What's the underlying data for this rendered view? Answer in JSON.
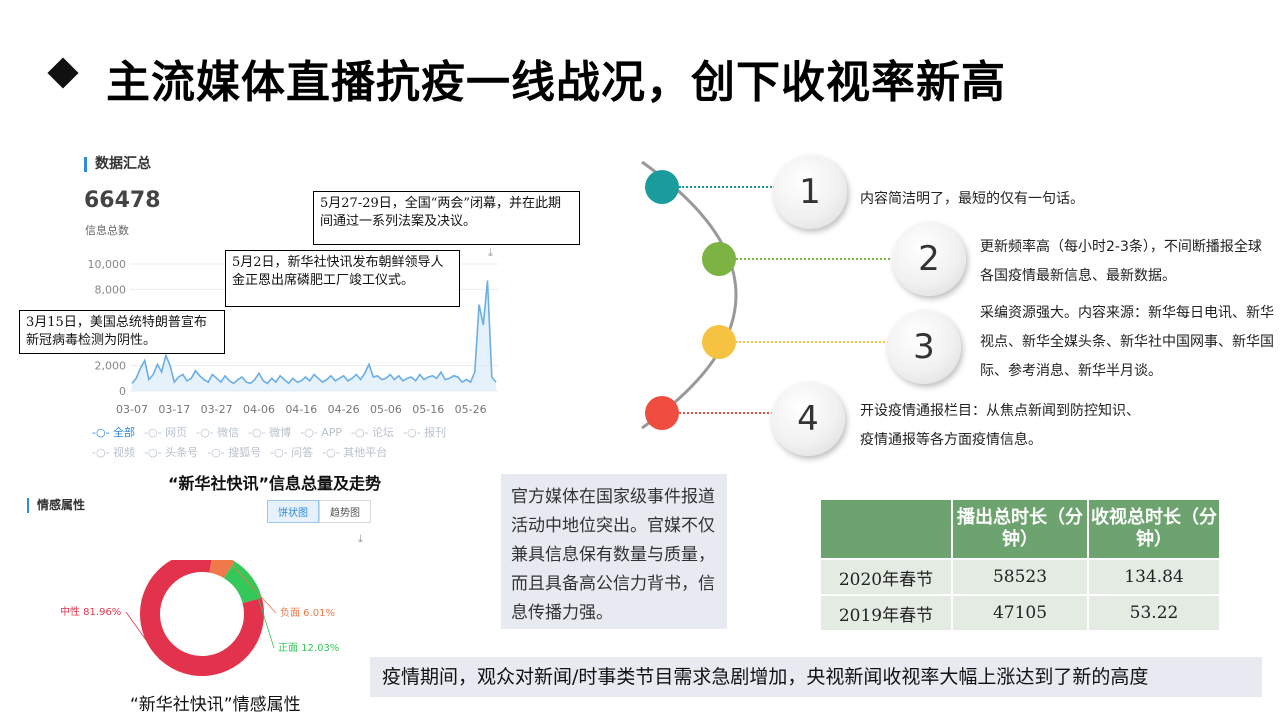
{
  "title": "主流媒体直播抗疫一线战况，创下收视率新高",
  "summary": {
    "heading": "数据汇总",
    "total": "66478",
    "total_label": "信息总数"
  },
  "line_chart": {
    "type": "line",
    "yticks": [
      "10,000",
      "8,000",
      "2,000",
      "0"
    ],
    "xticks": [
      "03-07",
      "03-17",
      "03-27",
      "04-06",
      "04-16",
      "04-26",
      "05-06",
      "05-16",
      "05-26"
    ],
    "ylim": [
      0,
      10000
    ],
    "series_color": "#6aaee5",
    "caption": "“新华社快讯”信息总量及走势",
    "legend_row1": [
      "全部",
      "网页",
      "微信",
      "微博",
      "APP",
      "论坛",
      "报刊"
    ],
    "legend_row2": [
      "视频",
      "头条号",
      "搜狐号",
      "问答",
      "其他平台"
    ],
    "annotations": {
      "a1": "3月15日，美国总统特朗普宣布新冠病毒检测为阴性。",
      "a2": "5月2日，新华社快讯发布朝鲜领导人金正恩出席磷肥工厂竣工仪式。",
      "a3": "5月27-29日，全国“两会”闭幕，并在此期间通过一系列法案及决议。"
    }
  },
  "chart_data": [
    {
      "type": "line",
      "title": "",
      "series": [
        {
          "name": "全部",
          "x": [
            "03-07",
            "03-08",
            "03-09",
            "03-10",
            "03-11",
            "03-12",
            "03-13",
            "03-14",
            "03-15",
            "03-16",
            "03-17",
            "03-18",
            "03-19",
            "03-20",
            "03-21",
            "03-22",
            "03-23",
            "03-24",
            "03-25",
            "03-26",
            "03-27",
            "03-28",
            "03-29",
            "03-30",
            "03-31",
            "04-01",
            "04-02",
            "04-03",
            "04-04",
            "04-05",
            "04-06",
            "04-07",
            "04-08",
            "04-09",
            "04-10",
            "04-11",
            "04-12",
            "04-13",
            "04-14",
            "04-15",
            "04-16",
            "04-17",
            "04-18",
            "04-19",
            "04-20",
            "04-21",
            "04-22",
            "04-23",
            "04-24",
            "04-25",
            "04-26",
            "04-27",
            "04-28",
            "04-29",
            "04-30",
            "05-01",
            "05-02",
            "05-03",
            "05-04",
            "05-05",
            "05-06",
            "05-07",
            "05-08",
            "05-09",
            "05-10",
            "05-11",
            "05-12",
            "05-13",
            "05-14",
            "05-15",
            "05-16",
            "05-17",
            "05-18",
            "05-19",
            "05-20",
            "05-21",
            "05-22",
            "05-23",
            "05-24",
            "05-25",
            "05-26",
            "05-27",
            "05-28",
            "05-29",
            "05-30",
            "05-31",
            "06-01"
          ],
          "values": [
            600,
            1000,
            1800,
            2400,
            900,
            1300,
            2100,
            1500,
            2800,
            2000,
            700,
            1100,
            1300,
            800,
            1000,
            1600,
            1200,
            900,
            700,
            1300,
            1000,
            700,
            1200,
            800,
            600,
            900,
            1100,
            700,
            600,
            900,
            1400,
            800,
            600,
            1000,
            700,
            1200,
            900,
            600,
            1000,
            700,
            800,
            1100,
            800,
            1300,
            1000,
            700,
            900,
            1200,
            800,
            1000,
            1200,
            800,
            1000,
            1300,
            900,
            1400,
            2100,
            1100,
            1200,
            900,
            1000,
            1300,
            900,
            1200,
            800,
            1000,
            1100,
            800,
            1300,
            900,
            1100,
            1200,
            1000,
            1500,
            900,
            1000,
            1200,
            1100,
            700,
            900,
            700,
            1500,
            6800,
            5200,
            8700,
            1100,
            700
          ]
        }
      ],
      "ylim": [
        0,
        10000
      ],
      "grid": true,
      "legend": "bottom"
    },
    {
      "type": "pie",
      "title": "",
      "labels": [
        "中性",
        "负面",
        "正面"
      ],
      "values": [
        81.96,
        6.01,
        12.03
      ],
      "colors": [
        "#e3324b",
        "#f07a4b",
        "#34c759"
      ]
    }
  ],
  "sentiment": {
    "heading": "情感属性",
    "btn_pie": "饼状图",
    "btn_trend": "趋势图",
    "labels": [
      "中性 81.96%",
      "负面 6.01%",
      "正面 12.03%"
    ],
    "caption": "“新华社快讯”情感属性"
  },
  "features": [
    {
      "num": "1",
      "text": "内容简洁明了，最短的仅有一句话。",
      "color": "#1b9c9c"
    },
    {
      "num": "2",
      "text": "更新频率高（每小时2-3条），不间断播报全球各国疫情最新信息、最新数据。",
      "color": "#7cb342"
    },
    {
      "num": "3",
      "text": "采编资源强大。内容来源：新华每日电讯、新华视点、新华全媒头条、新华社中国网事、新华国际、参考消息、新华半月谈。",
      "color": "#f5c242"
    },
    {
      "num": "4",
      "text": "开设疫情通报栏目：从焦点新闻到防控知识、疫情通报等各方面疫情信息。",
      "color": "#ef4d3f"
    }
  ],
  "mid_text": "官方媒体在国家级事件报道活动中地位突出。官媒不仅兼具信息保有数量与质量，而且具备高公信力背书，信息传播力强。",
  "table": {
    "headers": [
      "",
      "播出总时长（分钟）",
      "收视总时长（分钟）"
    ],
    "rows": [
      [
        "2020年春节",
        "58523",
        "134.84"
      ],
      [
        "2019年春节",
        "47105",
        "53.22"
      ]
    ]
  },
  "bottom_text": "疫情期间，观众对新闻/时事类节目需求急剧增加，央视新闻收视率大幅上涨达到了新的高度"
}
